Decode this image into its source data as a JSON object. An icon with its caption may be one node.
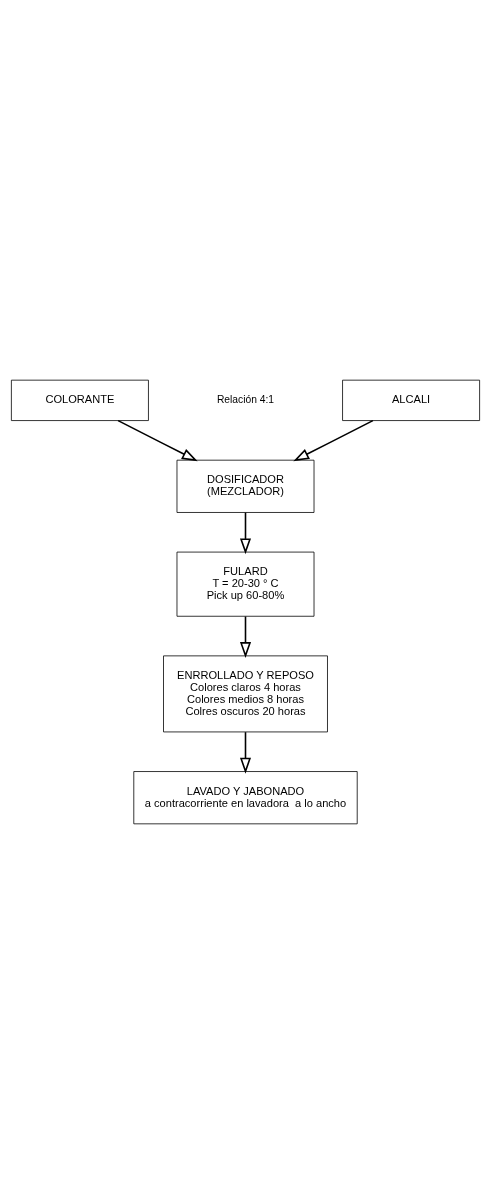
{
  "diagram": {
    "nodes": [
      {
        "text": [
          "COLORANTE"
        ]
      },
      {
        "text": [
          "ALCALI"
        ]
      },
      {
        "text": [
          "DOSIFICADOR",
          "(MEZCLADOR)"
        ]
      },
      {
        "text": [
          "FULARD",
          "T = 20-30 ° C",
          "Pick up 60-80%"
        ]
      },
      {
        "text": [
          "ENRROLLADO Y REPOSO",
          "Colores claros 4 horas",
          "Colores medios 8 horas",
          "Colres oscuros 20 horas"
        ]
      },
      {
        "text": [
          "LAVADO Y JABONADO",
          "a contracorriente en lavadora  a lo ancho"
        ]
      }
    ],
    "edges": [
      {
        "from": 0,
        "to": 2,
        "arrow": "to"
      },
      {
        "from": 1,
        "to": 2,
        "arrow": "to"
      },
      {
        "from": 2,
        "to": 3,
        "arrow": "to"
      },
      {
        "from": 3,
        "to": 4,
        "arrow": "to"
      },
      {
        "from": 4,
        "to": 5,
        "arrow": "to"
      }
    ],
    "labels": [
      "Relación 4:1"
    ]
  }
}
